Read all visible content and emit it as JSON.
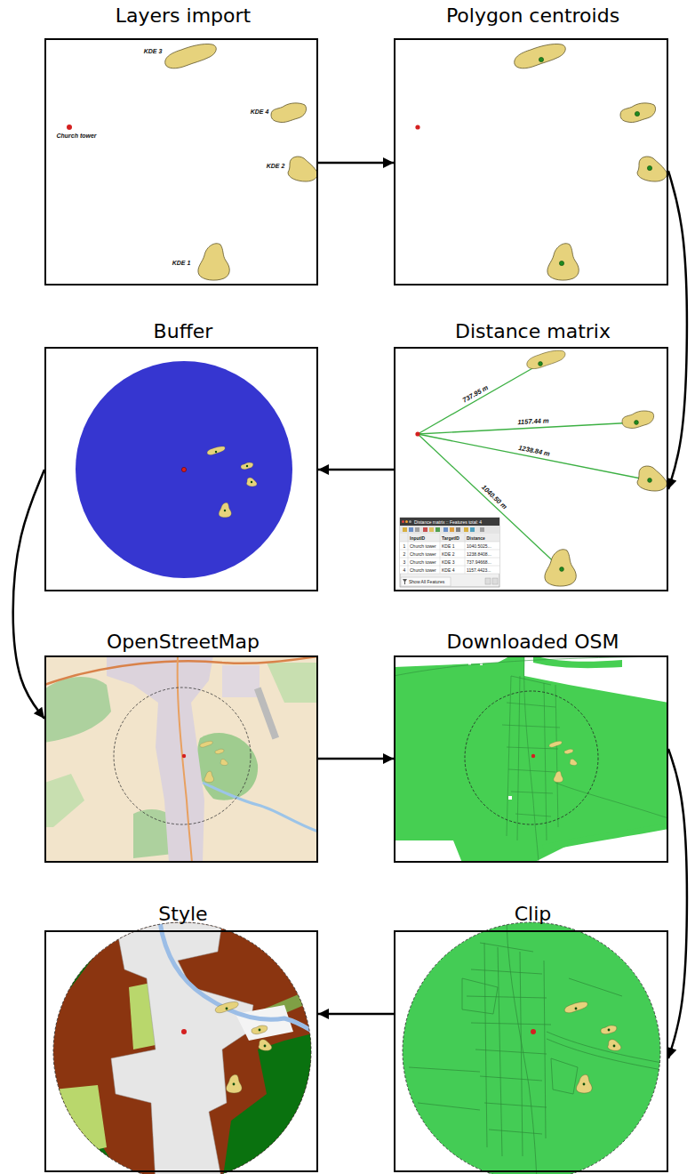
{
  "diagram": {
    "nodes": [
      {
        "text": [
          "Layers import"
        ]
      },
      {
        "text": [
          "Polygon centroids"
        ]
      },
      {
        "text": [
          "Buffer"
        ]
      },
      {
        "text": [
          "Distance matrix"
        ]
      },
      {
        "text": [
          "OpenStreetMap"
        ]
      },
      {
        "text": [
          "Downloaded OSM"
        ]
      },
      {
        "text": [
          "Style"
        ]
      },
      {
        "text": [
          "Clip"
        ]
      }
    ],
    "edges": [
      {
        "from": 0,
        "to": 1,
        "arrow": "to"
      },
      {
        "from": 1,
        "to": 3,
        "arrow": "to"
      },
      {
        "from": 3,
        "to": 2,
        "arrow": "to"
      },
      {
        "from": 2,
        "to": 4,
        "arrow": "to"
      },
      {
        "from": 4,
        "to": 5,
        "arrow": "to"
      },
      {
        "from": 5,
        "to": 7,
        "arrow": "to"
      },
      {
        "from": 7,
        "to": 6,
        "arrow": "to"
      }
    ],
    "labels": [
      "KDE 3",
      "Church tower",
      "KDE 4",
      "KDE 2",
      "KDE 1",
      "737.95 m",
      "1157.44 m",
      "1238.84 m",
      "1040.50 m",
      "Distance matrix :: Features total: 4",
      "InputID",
      "TargetID",
      "Distance",
      "1",
      "Church tower",
      "KDE 1",
      "1040.5025...",
      "2",
      "Church tower",
      "KDE 2",
      "1238.8408...",
      "3",
      "Church tower",
      "KDE 3",
      "737.94668...",
      "4",
      "Church tower",
      "KDE 4",
      "1157.4423...",
      "Show All Features"
    ]
  }
}
